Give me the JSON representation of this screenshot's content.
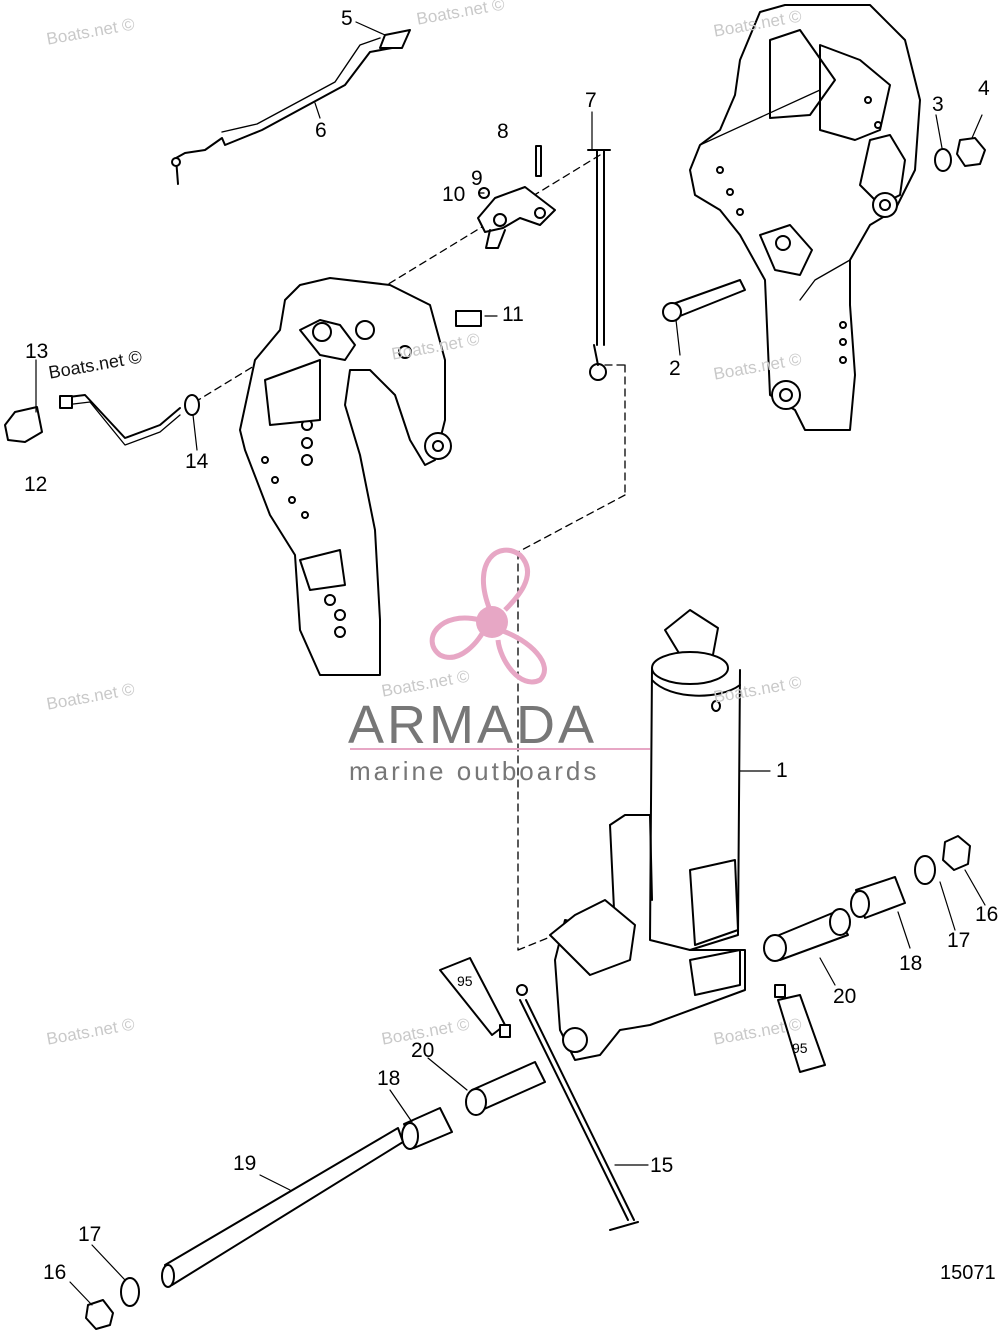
{
  "watermark": "Boats.net ©",
  "logo": {
    "name": "ARMADA",
    "tagline": "marine outboards",
    "accent": "#e7a7c5",
    "text_color": "#777777"
  },
  "figure_number": "15071",
  "sealant_label": "95",
  "callouts": {
    "c1": "1",
    "c2": "2",
    "c3": "3",
    "c4": "4",
    "c5": "5",
    "c6": "6",
    "c7": "7",
    "c8": "8",
    "c9": "9",
    "c10": "10",
    "c11": "11",
    "c12": "12",
    "c13": "13",
    "c14": "14",
    "c15": "15",
    "c16a": "16",
    "c16b": "16",
    "c17a": "17",
    "c17b": "17",
    "c18a": "18",
    "c18b": "18",
    "c19": "19",
    "c20a": "20",
    "c20b": "20"
  }
}
